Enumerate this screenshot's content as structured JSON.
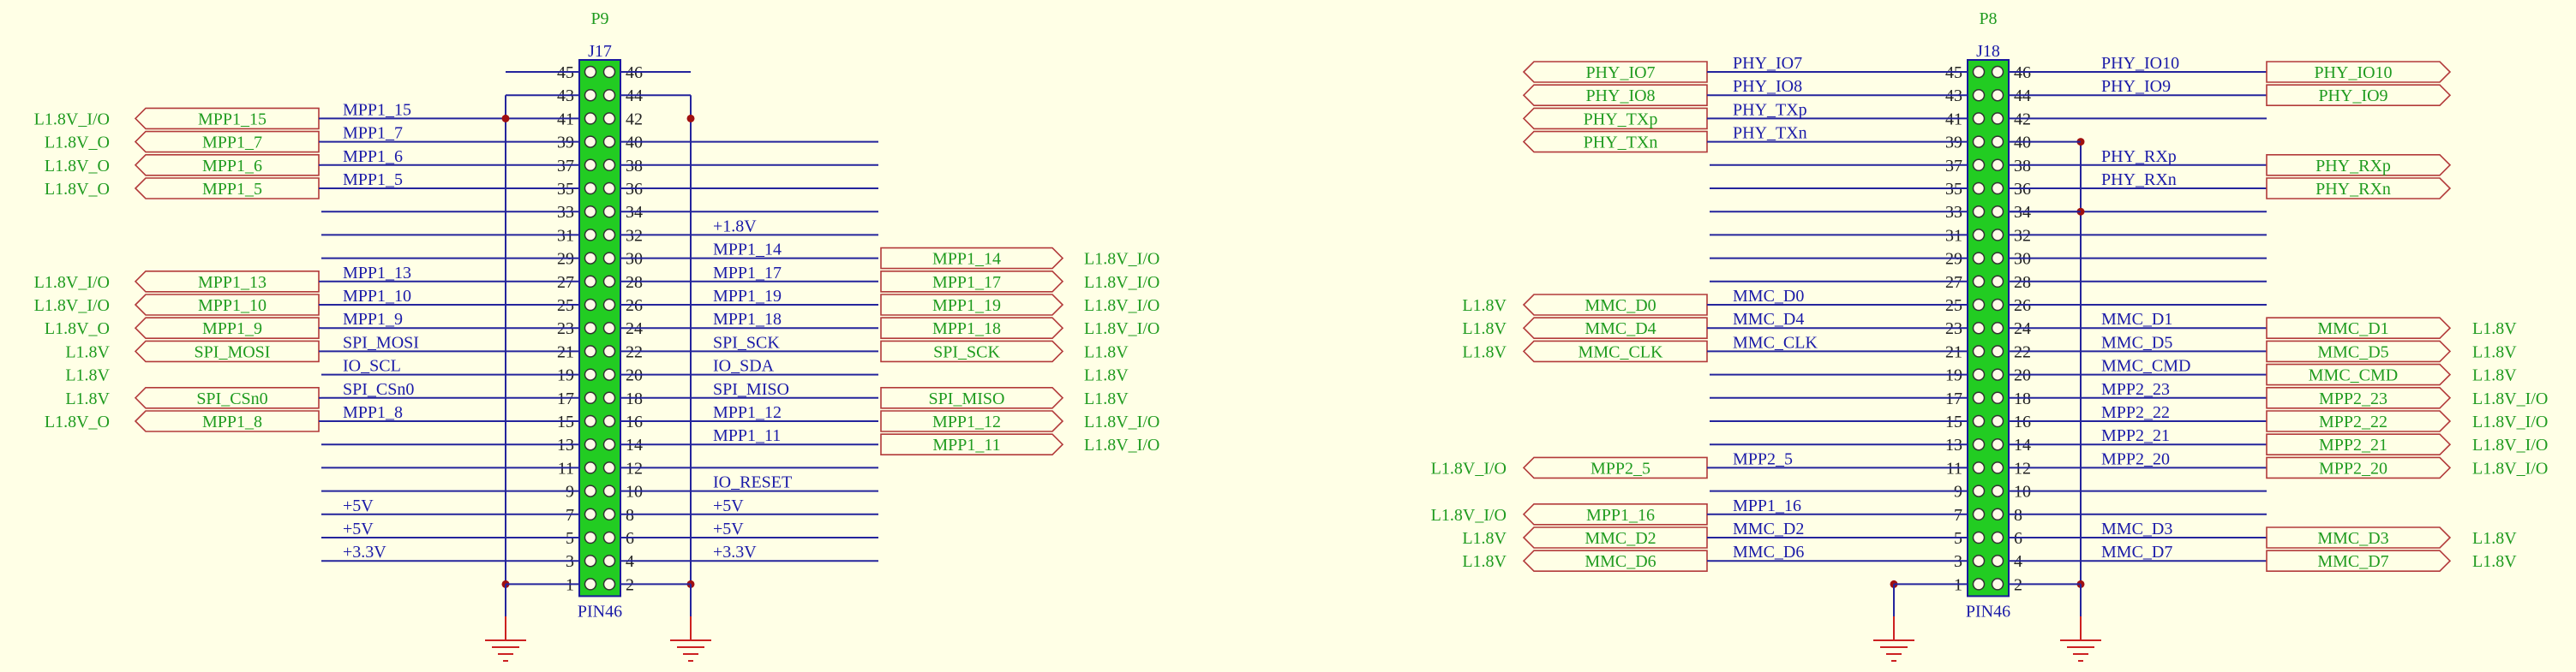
{
  "headers": [
    {
      "key": "p9",
      "title": "P9",
      "designator": "J17",
      "footprint": "PIN46",
      "left_net_rows": {
        "41": "MPP1_15",
        "39": "MPP1_7",
        "37": "MPP1_6",
        "35": "MPP1_5",
        "27": "MPP1_13",
        "25": "MPP1_10",
        "23": "MPP1_9",
        "21": "SPI_MOSI",
        "19": "IO_SCL",
        "17": "SPI_CSn0",
        "15": "MPP1_8",
        "7": "+5V",
        "5": "+5V",
        "3": "+3.3V"
      },
      "right_net_rows": {
        "32": "+1.8V",
        "30": "MPP1_14",
        "28": "MPP1_17",
        "26": "MPP1_19",
        "24": "MPP1_18",
        "22": "SPI_SCK",
        "20": "IO_SDA",
        "18": "SPI_MISO",
        "16": "MPP1_12",
        "14": "MPP1_11",
        "10": "IO_RESET",
        "8": "+5V",
        "6": "+5V",
        "4": "+3.3V"
      },
      "left_ports": [
        {
          "row": 41,
          "name": "MPP1_15",
          "voltage": "L1.8V_I/O"
        },
        {
          "row": 39,
          "name": "MPP1_7",
          "voltage": "L1.8V_O"
        },
        {
          "row": 37,
          "name": "MPP1_6",
          "voltage": "L1.8V_O"
        },
        {
          "row": 35,
          "name": "MPP1_5",
          "voltage": "L1.8V_O"
        },
        {
          "row": 27,
          "name": "MPP1_13",
          "voltage": "L1.8V_I/O"
        },
        {
          "row": 25,
          "name": "MPP1_10",
          "voltage": "L1.8V_I/O"
        },
        {
          "row": 23,
          "name": "MPP1_9",
          "voltage": "L1.8V_O"
        },
        {
          "row": 21,
          "name": "SPI_MOSI",
          "voltage": "L1.8V"
        },
        {
          "row": 17,
          "name": "SPI_CSn0",
          "voltage": "L1.8V"
        },
        {
          "row": 15,
          "name": "MPP1_8",
          "voltage": "L1.8V_O"
        }
      ],
      "left_voltage_only": [
        {
          "row": 19,
          "voltage": "L1.8V"
        }
      ],
      "right_ports": [
        {
          "row": 30,
          "name": "MPP1_14",
          "voltage": "L1.8V_I/O"
        },
        {
          "row": 28,
          "name": "MPP1_17",
          "voltage": "L1.8V_I/O"
        },
        {
          "row": 26,
          "name": "MPP1_19",
          "voltage": "L1.8V_I/O"
        },
        {
          "row": 24,
          "name": "MPP1_18",
          "voltage": "L1.8V_I/O"
        },
        {
          "row": 22,
          "name": "SPI_SCK",
          "voltage": "L1.8V"
        },
        {
          "row": 18,
          "name": "SPI_MISO",
          "voltage": "L1.8V"
        },
        {
          "row": 16,
          "name": "MPP1_12",
          "voltage": "L1.8V_I/O"
        },
        {
          "row": 14,
          "name": "MPP1_11",
          "voltage": "L1.8V_I/O"
        }
      ],
      "right_voltage_only": [
        {
          "row": 20,
          "voltage": "L1.8V"
        }
      ]
    },
    {
      "key": "p8",
      "title": "P8",
      "designator": "J18",
      "footprint": "PIN46",
      "left_net_rows": {
        "45": "PHY_IO7",
        "43": "PHY_IO8",
        "41": "PHY_TXp",
        "39": "PHY_TXn",
        "25": "MMC_D0",
        "23": "MMC_D4",
        "21": "MMC_CLK",
        "11": "MPP2_5",
        "7": "MPP1_16",
        "5": "MMC_D2",
        "3": "MMC_D6"
      },
      "right_net_rows": {
        "46": "PHY_IO10",
        "44": "PHY_IO9",
        "38": "PHY_RXp",
        "36": "PHY_RXn",
        "24": "MMC_D1",
        "22": "MMC_D5",
        "20": "MMC_CMD",
        "18": "MPP2_23",
        "16": "MPP2_22",
        "14": "MPP2_21",
        "12": "MPP2_20",
        "6": "MMC_D3",
        "4": "MMC_D7"
      },
      "left_ports": [
        {
          "row": 45,
          "name": "PHY_IO7",
          "voltage": ""
        },
        {
          "row": 43,
          "name": "PHY_IO8",
          "voltage": ""
        },
        {
          "row": 41,
          "name": "PHY_TXp",
          "voltage": ""
        },
        {
          "row": 39,
          "name": "PHY_TXn",
          "voltage": ""
        },
        {
          "row": 25,
          "name": "MMC_D0",
          "voltage": "L1.8V"
        },
        {
          "row": 23,
          "name": "MMC_D4",
          "voltage": "L1.8V"
        },
        {
          "row": 21,
          "name": "MMC_CLK",
          "voltage": "L1.8V"
        },
        {
          "row": 11,
          "name": "MPP2_5",
          "voltage": "L1.8V_I/O"
        },
        {
          "row": 7,
          "name": "MPP1_16",
          "voltage": "L1.8V_I/O"
        },
        {
          "row": 5,
          "name": "MMC_D2",
          "voltage": "L1.8V"
        },
        {
          "row": 3,
          "name": "MMC_D6",
          "voltage": "L1.8V"
        }
      ],
      "left_voltage_only": [],
      "right_ports": [
        {
          "row": 46,
          "name": "PHY_IO10",
          "voltage": ""
        },
        {
          "row": 44,
          "name": "PHY_IO9",
          "voltage": ""
        },
        {
          "row": 38,
          "name": "PHY_RXp",
          "voltage": ""
        },
        {
          "row": 36,
          "name": "PHY_RXn",
          "voltage": ""
        },
        {
          "row": 24,
          "name": "MMC_D1",
          "voltage": "L1.8V"
        },
        {
          "row": 22,
          "name": "MMC_D5",
          "voltage": "L1.8V"
        },
        {
          "row": 20,
          "name": "MMC_CMD",
          "voltage": "L1.8V"
        },
        {
          "row": 18,
          "name": "MPP2_23",
          "voltage": "L1.8V_I/O"
        },
        {
          "row": 16,
          "name": "MPP2_22",
          "voltage": "L1.8V_I/O"
        },
        {
          "row": 14,
          "name": "MPP2_21",
          "voltage": "L1.8V_I/O"
        },
        {
          "row": 12,
          "name": "MPP2_20",
          "voltage": "L1.8V_I/O"
        },
        {
          "row": 6,
          "name": "MMC_D3",
          "voltage": "L1.8V"
        },
        {
          "row": 4,
          "name": "MMC_D7",
          "voltage": "L1.8V"
        }
      ],
      "right_voltage_only": []
    }
  ]
}
